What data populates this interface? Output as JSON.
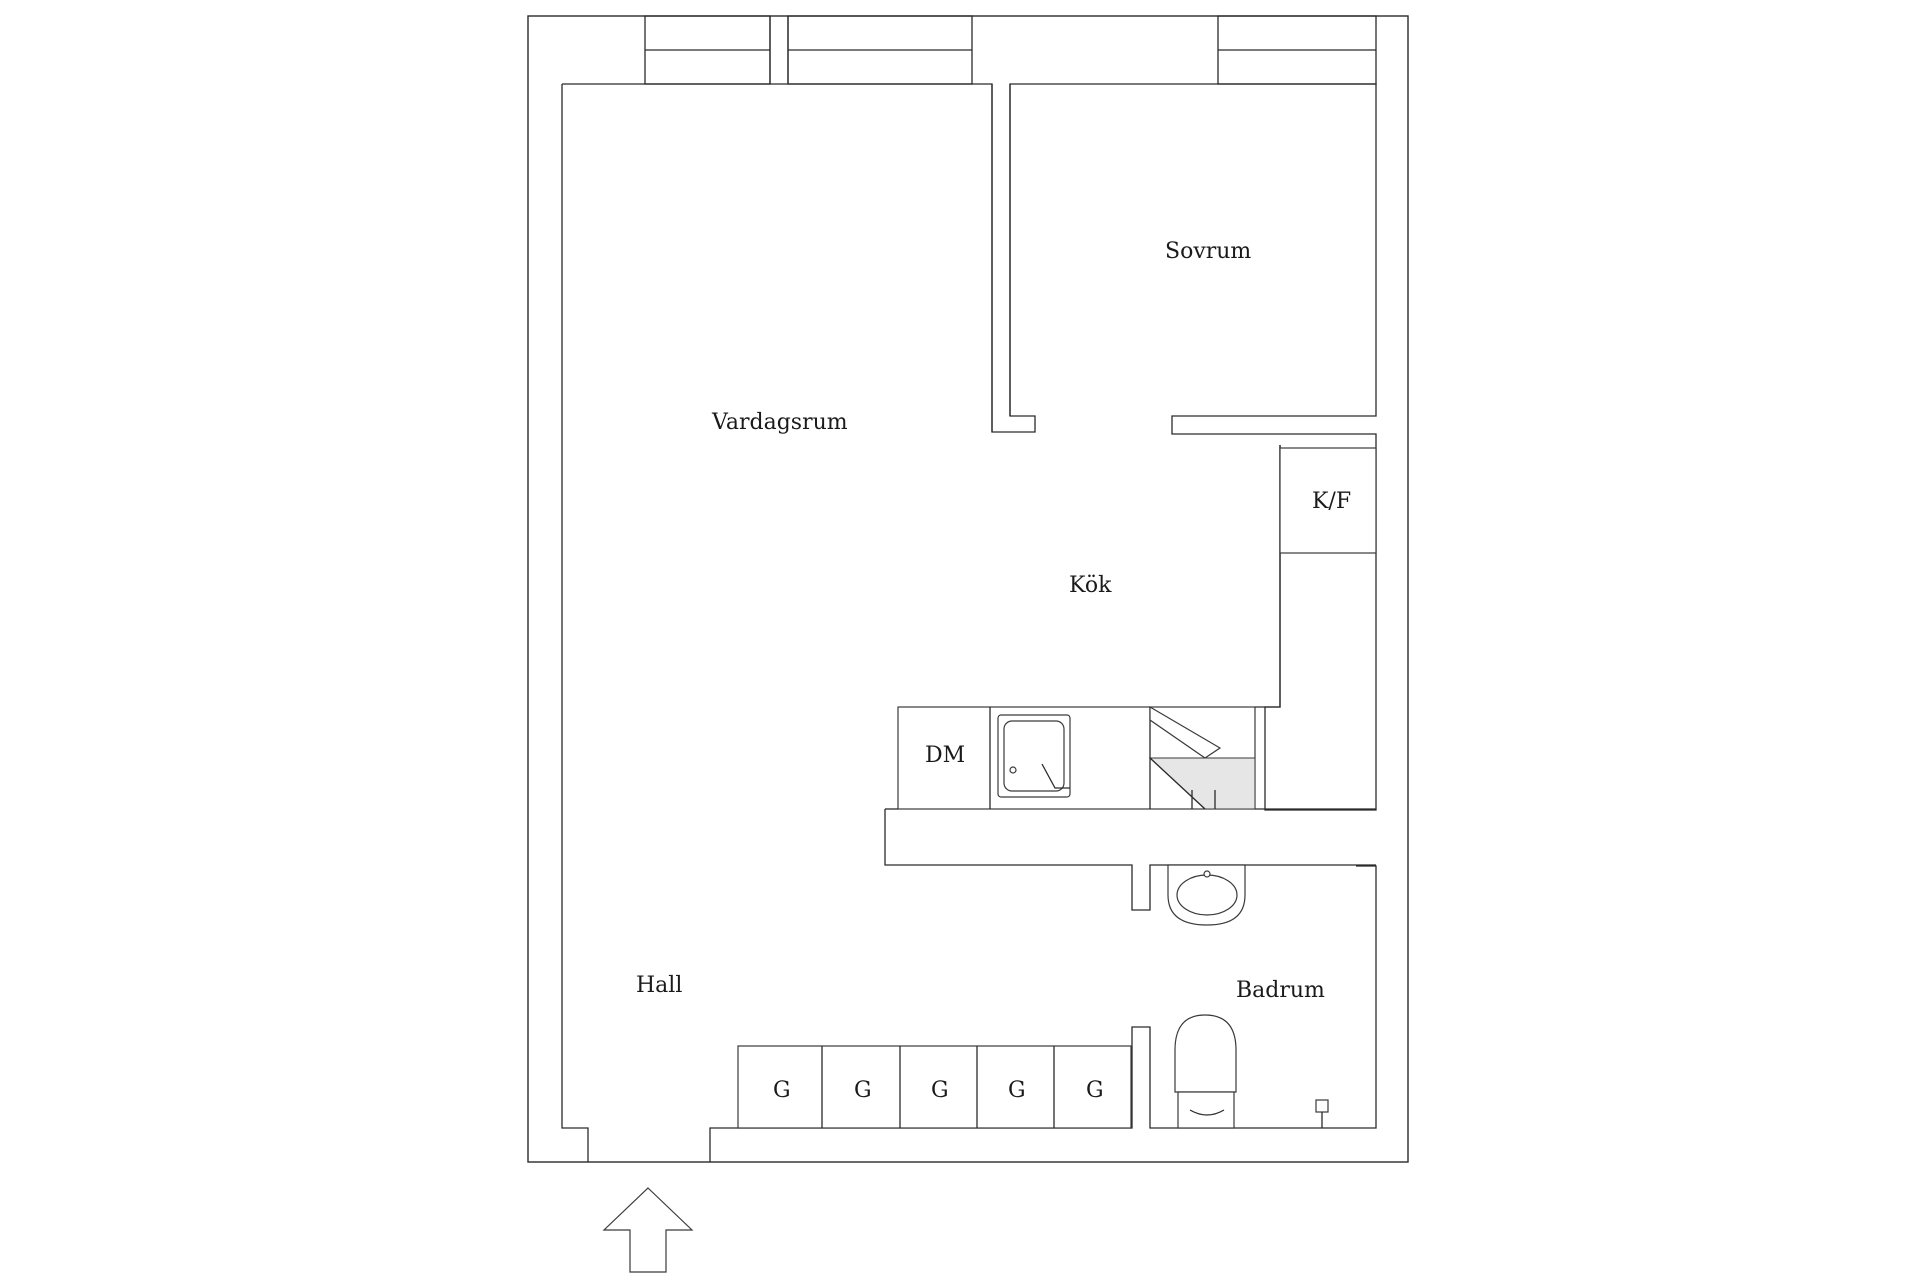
{
  "rooms": {
    "vardagsrum": "Vardagsrum",
    "sovrum": "Sovrum",
    "kok": "Kök",
    "hall": "Hall",
    "badrum": "Badrum"
  },
  "fixtures": {
    "fridge_freezer": "K/F",
    "dishwasher": "DM",
    "wardrobes": [
      "G",
      "G",
      "G",
      "G",
      "G"
    ]
  }
}
